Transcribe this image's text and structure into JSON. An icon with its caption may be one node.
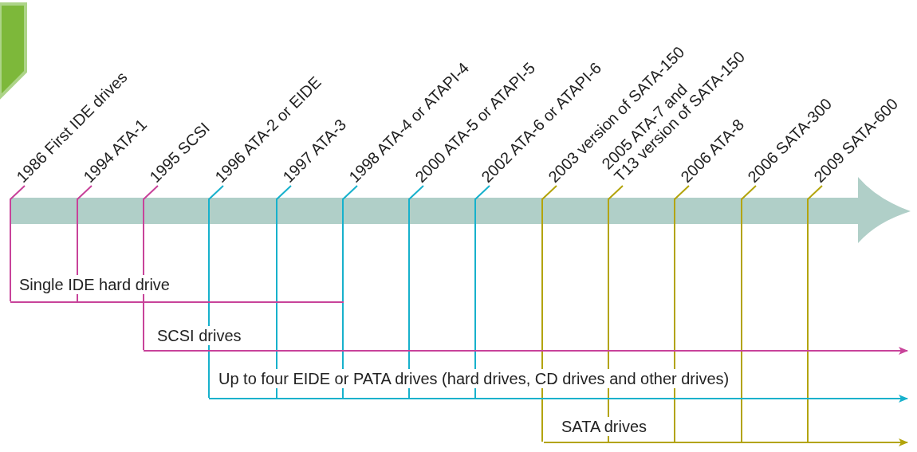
{
  "diagram": {
    "nodes": [
      {
        "text": [
          "1986 First IDE drives"
        ]
      },
      {
        "text": [
          "1994 ATA-1"
        ]
      },
      {
        "text": [
          "1995 SCSI"
        ]
      },
      {
        "text": [
          "1996 ATA-2 or EIDE"
        ]
      },
      {
        "text": [
          "1997 ATA-3"
        ]
      },
      {
        "text": [
          "1998 ATA-4 or ATAPI-4"
        ]
      },
      {
        "text": [
          "2000 ATA-5 or ATAPI-5"
        ]
      },
      {
        "text": [
          "2002 ATA-6 or ATAPI-6"
        ]
      },
      {
        "text": [
          "2003 version of SATA-150"
        ]
      },
      {
        "text": [
          "2005 ATA-7 and T13 version of SATA-150"
        ]
      },
      {
        "text": [
          "2006 ATA-8"
        ]
      },
      {
        "text": [
          "2006 SATA-300"
        ]
      },
      {
        "text": [
          "2009 SATA-600"
        ]
      },
      {
        "text": [],
        "shape": "bar",
        "beside": [
          "Single IDE hard drive"
        ]
      },
      {
        "text": [],
        "shape": "bar",
        "beside": [
          "SCSI drives"
        ]
      },
      {
        "text": [],
        "shape": "bar",
        "beside": [
          "Up to four EIDE or PATA drives (hard drives, CD drives and other drives)"
        ]
      },
      {
        "text": [],
        "shape": "bar",
        "beside": [
          "SATA drives"
        ]
      }
    ],
    "edges": [
      {
        "from": 0,
        "to": 13,
        "arrow": "none",
        "color": "#c8439a"
      },
      {
        "from": 1,
        "to": 13,
        "arrow": "none",
        "color": "#c8439a"
      },
      {
        "from": 2,
        "to": 14,
        "arrow": "none",
        "color": "#c8439a"
      },
      {
        "from": 3,
        "to": 15,
        "arrow": "none",
        "color": "#17b1cc"
      },
      {
        "from": 4,
        "to": 15,
        "arrow": "none",
        "color": "#17b1cc"
      },
      {
        "from": 5,
        "to": 15,
        "arrow": "none",
        "color": "#17b1cc"
      },
      {
        "from": 6,
        "to": 15,
        "arrow": "none",
        "color": "#17b1cc"
      },
      {
        "from": 7,
        "to": 15,
        "arrow": "none",
        "color": "#17b1cc"
      },
      {
        "from": 8,
        "to": 16,
        "arrow": "none",
        "color": "#b3a40c"
      },
      {
        "from": 9,
        "to": 16,
        "arrow": "none",
        "color": "#b3a40c"
      },
      {
        "from": 10,
        "to": 16,
        "arrow": "none",
        "color": "#b3a40c"
      },
      {
        "from": 11,
        "to": 16,
        "arrow": "none",
        "color": "#b3a40c"
      },
      {
        "from": 12,
        "to": 16,
        "arrow": "none",
        "color": "#b3a40c"
      },
      {
        "from": 14,
        "to": null,
        "arrow": "to",
        "color": "#c8439a"
      },
      {
        "from": 15,
        "to": null,
        "arrow": "to",
        "color": "#17b1cc"
      },
      {
        "from": 16,
        "to": null,
        "arrow": "to",
        "color": "#b3a40c"
      }
    ]
  }
}
